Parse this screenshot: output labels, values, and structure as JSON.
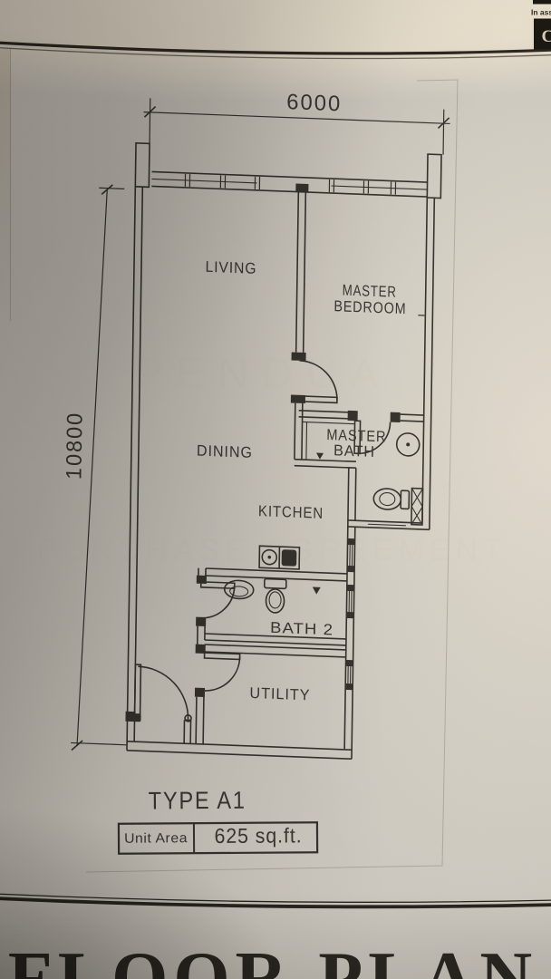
{
  "colors": {
    "paper": "#cac7c2",
    "ink": "#3b3834",
    "rule": "#2b2620",
    "logo_box": "#17150f"
  },
  "header": {
    "association_text": "In asso",
    "logo_letter": "C"
  },
  "plan": {
    "dimensions": {
      "width_label": "6000",
      "height_label": "10800"
    },
    "rooms": {
      "living": "LIVING",
      "master_bedroom_line1": "MASTER",
      "master_bedroom_line2": "BEDROOM",
      "dining": "DINING",
      "master_bath_line1": "MASTER",
      "master_bath_line2": "BATH",
      "kitchen": "KITCHEN",
      "bath2": "BATH 2",
      "utility": "UTILITY"
    }
  },
  "titleblock": {
    "type_label": "TYPE A1",
    "unit_area_label": "Unit Area",
    "unit_area_value": "625 sq.ft."
  },
  "footer": {
    "title": "FLOOR PLAN"
  },
  "ghost": {
    "line1": "PENDUA",
    "line2": "PURCHASE AGREEMENT"
  }
}
